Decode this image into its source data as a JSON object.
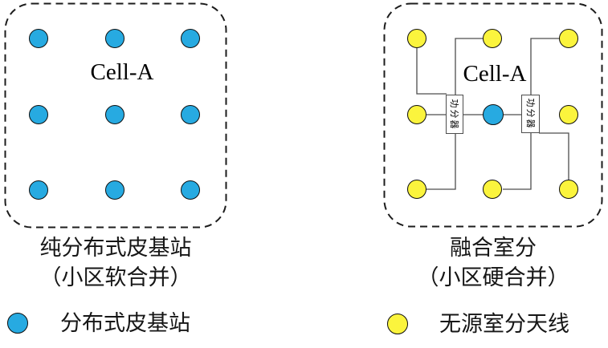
{
  "colors": {
    "node_blue": "#27AAE1",
    "node_yellow": "#FBF43D",
    "line_gray": "#4d4d4d",
    "ink": "#161616"
  },
  "panels": [
    {
      "id": "pure-distributed-pico",
      "title": "Cell-A",
      "caption_line1": "纯分布式皮基站",
      "caption_line2": "（小区软合并）",
      "node_count": 9,
      "node_type": "分布式皮基站"
    },
    {
      "id": "fused-indoor-distribution",
      "title": "Cell-A",
      "caption_line1": "融合室分",
      "caption_line2": "（小区硬合并）",
      "splitter_label": "功分器",
      "center_node_type": "分布式皮基站",
      "outer_node_type": "无源室分天线"
    }
  ],
  "legend": [
    {
      "swatch": "blue-circle",
      "label": "分布式皮基站"
    },
    {
      "swatch": "yellow-circle",
      "label": "无源室分天线"
    }
  ]
}
